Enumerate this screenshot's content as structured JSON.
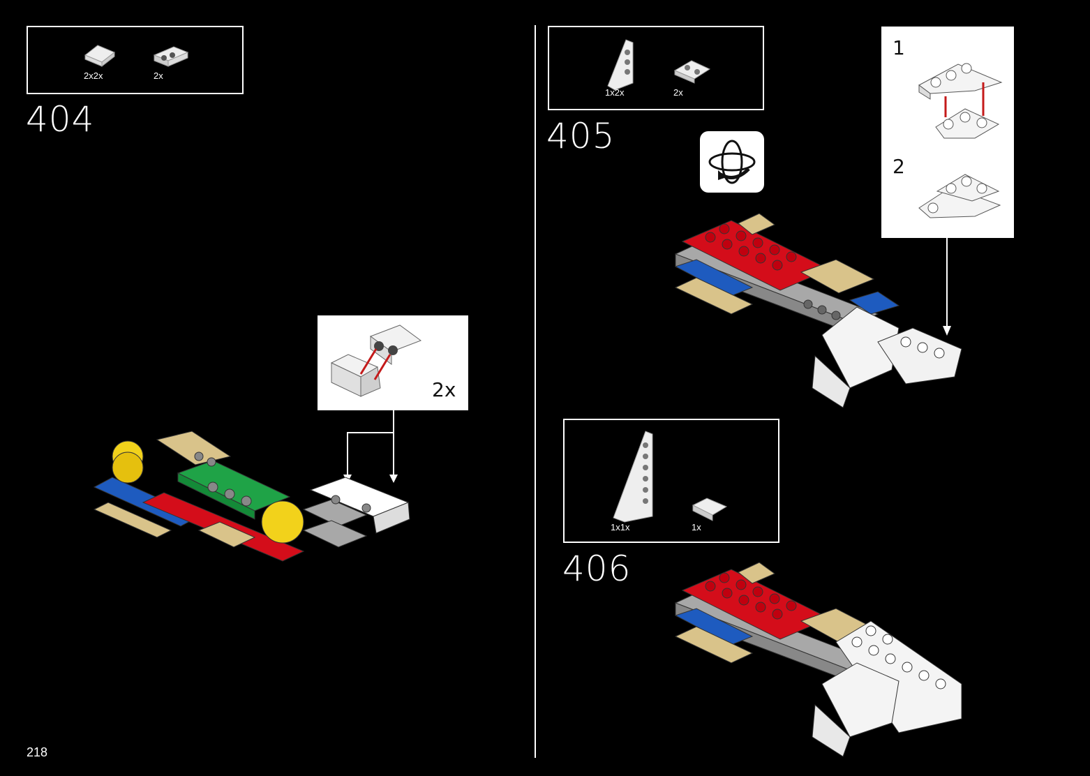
{
  "page": {
    "number": "218"
  },
  "steps": [
    {
      "number": "404",
      "parts": [
        {
          "qty": "2x2x",
          "name": "slope-tile-icon"
        },
        {
          "qty": "2x",
          "name": "bracket-plate-icon"
        }
      ],
      "callout": {
        "qty": "2x"
      }
    },
    {
      "number": "405",
      "parts": [
        {
          "qty": "1x2x",
          "name": "wedge-plate-icon"
        },
        {
          "qty": "2x",
          "name": "wedge-plate-small-icon"
        }
      ],
      "callout": {
        "substeps": [
          "1",
          "2"
        ]
      },
      "rotate": "rotate-model-icon"
    },
    {
      "number": "406",
      "parts": [
        {
          "qty": "1x1x",
          "name": "long-wedge-plate-icon"
        },
        {
          "qty": "1x",
          "name": "curved-slope-icon"
        }
      ]
    }
  ],
  "colors": {
    "red": "#d40d1a",
    "tan": "#d9c38a",
    "gray": "#a8a8a8",
    "blue": "#1e5bbf",
    "green": "#1fa347",
    "yellow": "#f2d21b",
    "white": "#ffffff",
    "background": "#000000"
  }
}
